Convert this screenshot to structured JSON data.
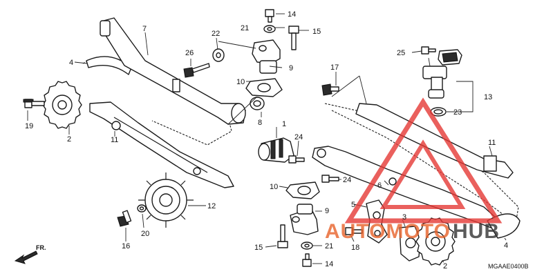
{
  "callouts": [
    {
      "id": "c1",
      "label": "1"
    },
    {
      "id": "c2a",
      "label": "2"
    },
    {
      "id": "c2b",
      "label": "2"
    },
    {
      "id": "c3",
      "label": "3"
    },
    {
      "id": "c4a",
      "label": "4"
    },
    {
      "id": "c4b",
      "label": "4"
    },
    {
      "id": "c5",
      "label": "5"
    },
    {
      "id": "c6",
      "label": "6"
    },
    {
      "id": "c7",
      "label": "7"
    },
    {
      "id": "c8",
      "label": "8"
    },
    {
      "id": "c9a",
      "label": "9"
    },
    {
      "id": "c9b",
      "label": "9"
    },
    {
      "id": "c10a",
      "label": "10"
    },
    {
      "id": "c10b",
      "label": "10"
    },
    {
      "id": "c11a",
      "label": "11"
    },
    {
      "id": "c11b",
      "label": "11"
    },
    {
      "id": "c12",
      "label": "12"
    },
    {
      "id": "c13",
      "label": "13"
    },
    {
      "id": "c14a",
      "label": "14"
    },
    {
      "id": "c14b",
      "label": "14"
    },
    {
      "id": "c15a",
      "label": "15"
    },
    {
      "id": "c15b",
      "label": "15"
    },
    {
      "id": "c16",
      "label": "16"
    },
    {
      "id": "c17",
      "label": "17"
    },
    {
      "id": "c18",
      "label": "18"
    },
    {
      "id": "c19",
      "label": "19"
    },
    {
      "id": "c20",
      "label": "20"
    },
    {
      "id": "c21a",
      "label": "21"
    },
    {
      "id": "c21b",
      "label": "21"
    },
    {
      "id": "c22",
      "label": "22"
    },
    {
      "id": "c23",
      "label": "23"
    },
    {
      "id": "c24a",
      "label": "24"
    },
    {
      "id": "c24b",
      "label": "24"
    },
    {
      "id": "c25",
      "label": "25"
    },
    {
      "id": "c26",
      "label": "26"
    }
  ],
  "diagram_code": "MGAAE0400B",
  "direction_label": "FR.",
  "watermark": {
    "text": "AUTOMOTOHUB",
    "left_color": "#e8622a",
    "right_color": "#333333",
    "triangle_color": "#e53935"
  }
}
